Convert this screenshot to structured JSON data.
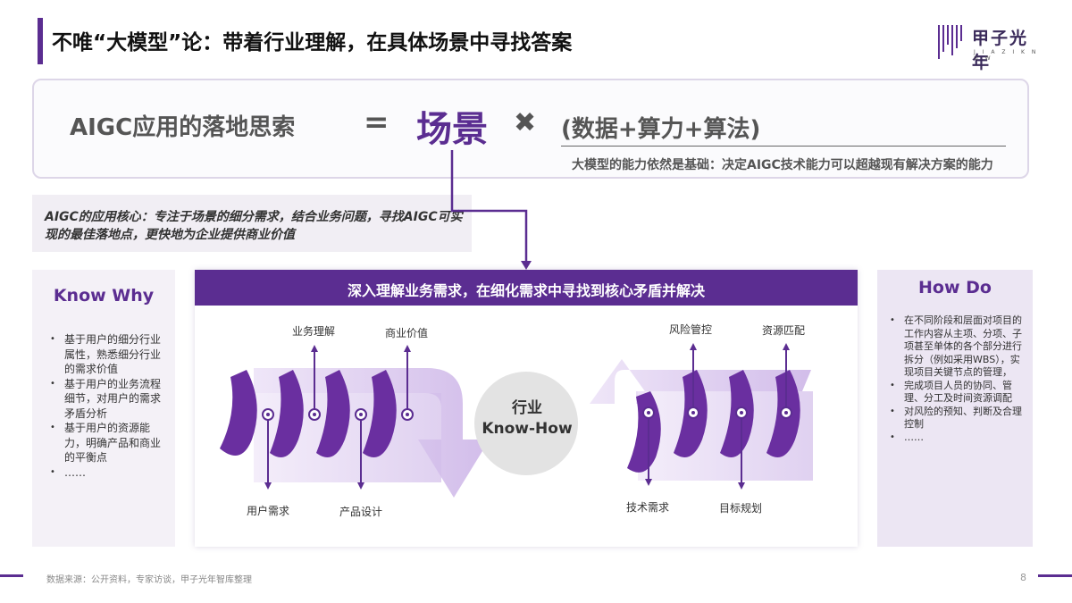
{
  "header": {
    "title": "不唯“大模型”论：带着行业理解，在具体场景中寻找答案",
    "logo_cn": "甲子光年",
    "logo_en": "J I A Z I   K N O W"
  },
  "formula": {
    "left": "AIGC应用的落地思索",
    "equals": "=",
    "key": "场景",
    "times": "✖",
    "right": "(数据+算力+算法)",
    "note": "大模型的能力依然是基础：决定AIGC技术能力可以超越现有解决方案的能力"
  },
  "core": {
    "text": "AIGC的应用核心：专注于场景的细分需求，结合业务问题，寻找AIGC可实现的最佳落地点，更快地为企业提供商业价值"
  },
  "know_why": {
    "title": "Know Why",
    "items": [
      "基于用户的细分行业属性，熟悉细分行业的需求价值",
      "基于用户的业务流程细节，对用户的需求矛盾分析",
      "基于用户的资源能力，明确产品和商业的平衡点",
      "……"
    ]
  },
  "how_do": {
    "title": "How Do",
    "items": [
      "在不同阶段和层面对项目的工作内容从主项、分项、子项甚至单体的各个部分进行拆分（例如采用WBS），实现项目关键节点的管理，",
      "完成项目人员的协同、管理、分工及时间资源调配",
      "对风险的预知、判断及合理控制",
      "……"
    ]
  },
  "center": {
    "header": "深入理解业务需求，在细化需求中寻找到核心矛盾并解决",
    "hub_line1": "行业",
    "hub_line2": "Know-How",
    "left_labels": {
      "top1": "业务理解",
      "top2": "商业价值",
      "bottom1": "用户需求",
      "bottom2": "产品设计"
    },
    "right_labels": {
      "top1": "风险管控",
      "top2": "资源匹配",
      "bottom1": "技术需求",
      "bottom2": "目标规划"
    }
  },
  "footer": {
    "source": "数据来源：公开资料，专家访谈，甲子光年智库整理",
    "page": "8"
  },
  "colors": {
    "accent": "#5b2d91",
    "light": "#d9c8ee",
    "panel": "#ece6f3"
  }
}
